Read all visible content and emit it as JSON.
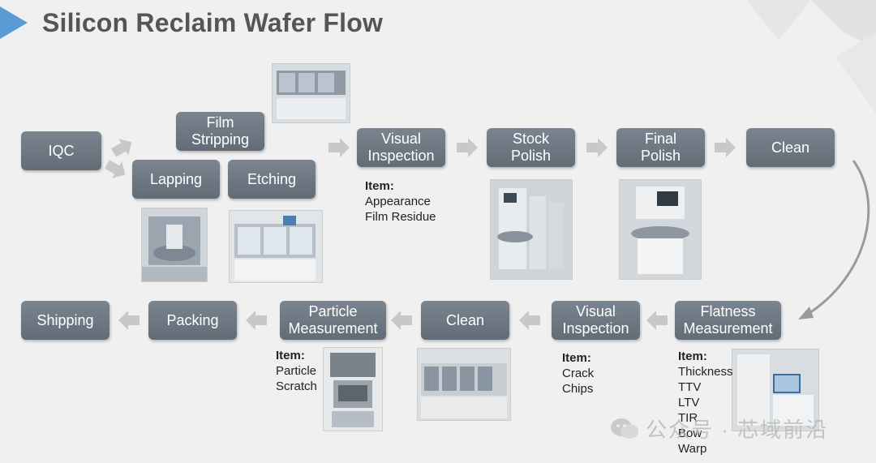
{
  "title": "Silicon Reclaim Wafer Flow",
  "steps_top": {
    "iqc": "IQC",
    "film_stripping": "Film\nStripping",
    "lapping": "Lapping",
    "etching": "Etching",
    "visual_inspection": "Visual\nInspection",
    "stock_polish": "Stock\nPolish",
    "final_polish": "Final\nPolish",
    "clean": "Clean"
  },
  "steps_bottom": {
    "flatness": "Flatness\nMeasurement",
    "visual_inspection": "Visual\nInspection",
    "clean": "Clean",
    "particle": "Particle\nMeasurement",
    "packing": "Packing",
    "shipping": "Shipping"
  },
  "items": {
    "visual_top": {
      "heading": "Item:",
      "lines": [
        "Appearance",
        "Film Residue"
      ]
    },
    "particle": {
      "heading": "Item:",
      "lines": [
        "Particle",
        "Scratch"
      ]
    },
    "visual_bottom": {
      "heading": "Item:",
      "lines": [
        "Crack",
        "Chips"
      ]
    },
    "flatness": {
      "heading": "Item:",
      "lines": [
        "Thickness",
        "TTV",
        "LTV",
        "TIR",
        "Bow",
        "Warp"
      ]
    }
  },
  "watermark": "公众号 · 芯域前沿",
  "colors": {
    "box": "#6b7681",
    "arrow": "#c8c8c8",
    "accent": "#5b9bd5"
  }
}
